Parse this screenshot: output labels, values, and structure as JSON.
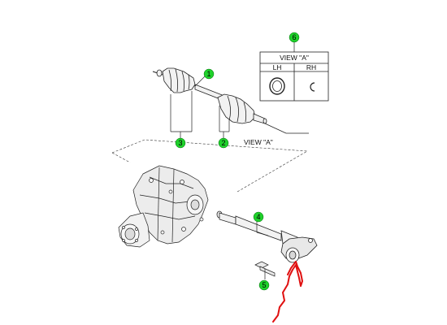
{
  "callouts": {
    "c1": "1",
    "c2": "2",
    "c3": "3",
    "c4": "4",
    "c5": "5",
    "c6": "6"
  },
  "view_box": {
    "title": "VIEW \"A\"",
    "left_header": "LH",
    "right_header": "RH"
  },
  "view_pointer_label": "VIEW \"A\"",
  "colors": {
    "callout_fill": "#1fd12b",
    "line": "#222222",
    "annotation_red": "#e01010",
    "background": "#ffffff"
  }
}
